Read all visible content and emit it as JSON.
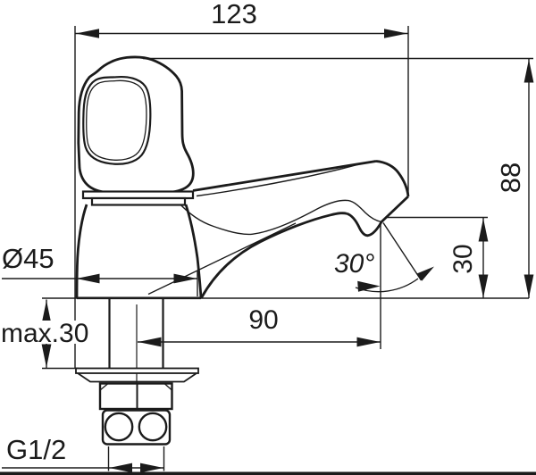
{
  "drawing": {
    "title": "Pillar tap technical dimension drawing, side elevation",
    "type": "engineering-dimension-drawing",
    "colors": {
      "line": "#1b1b1b",
      "background": "#ffffff"
    },
    "labels": {
      "overall_length": "123",
      "overall_height": "88",
      "spout_reach": "90",
      "outlet_height": "30",
      "outlet_angle": "30°",
      "base_diameter": "Ø45",
      "max_mounting_thickness": "max.30",
      "inlet_thread": "G1/2"
    }
  }
}
